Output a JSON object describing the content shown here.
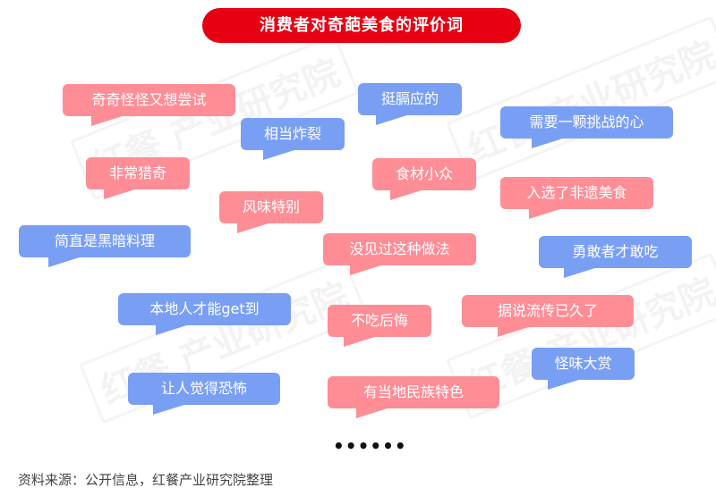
{
  "title": "消费者对奇葩美食的评价词",
  "watermark": "红餐 产业研究院",
  "colors": {
    "title_bg": "#e60012",
    "bubble_red": "#fe8d96",
    "bubble_blue": "#799ff5"
  },
  "bubbles": [
    {
      "text": "奇奇怪怪又想尝试",
      "color": "red"
    },
    {
      "text": "相当炸裂",
      "color": "blue"
    },
    {
      "text": "挺膈应的",
      "color": "blue"
    },
    {
      "text": "需要一颗挑战的心",
      "color": "blue"
    },
    {
      "text": "非常猎奇",
      "color": "red"
    },
    {
      "text": "食材小众",
      "color": "red"
    },
    {
      "text": "入选了非遗美食",
      "color": "red"
    },
    {
      "text": "风味特别",
      "color": "red"
    },
    {
      "text": "简直是黑暗料理",
      "color": "blue"
    },
    {
      "text": "没见过这种做法",
      "color": "red"
    },
    {
      "text": "勇敢者才敢吃",
      "color": "blue"
    },
    {
      "text": "本地人才能get到",
      "color": "blue"
    },
    {
      "text": "不吃后悔",
      "color": "red"
    },
    {
      "text": "据说流传已久了",
      "color": "red"
    },
    {
      "text": "怪味大赏",
      "color": "blue"
    },
    {
      "text": "让人觉得恐怖",
      "color": "blue"
    },
    {
      "text": "有当地民族特色",
      "color": "red"
    }
  ],
  "ellipsis": "••••••",
  "source": "资料来源：公开信息，红餐产业研究院整理"
}
